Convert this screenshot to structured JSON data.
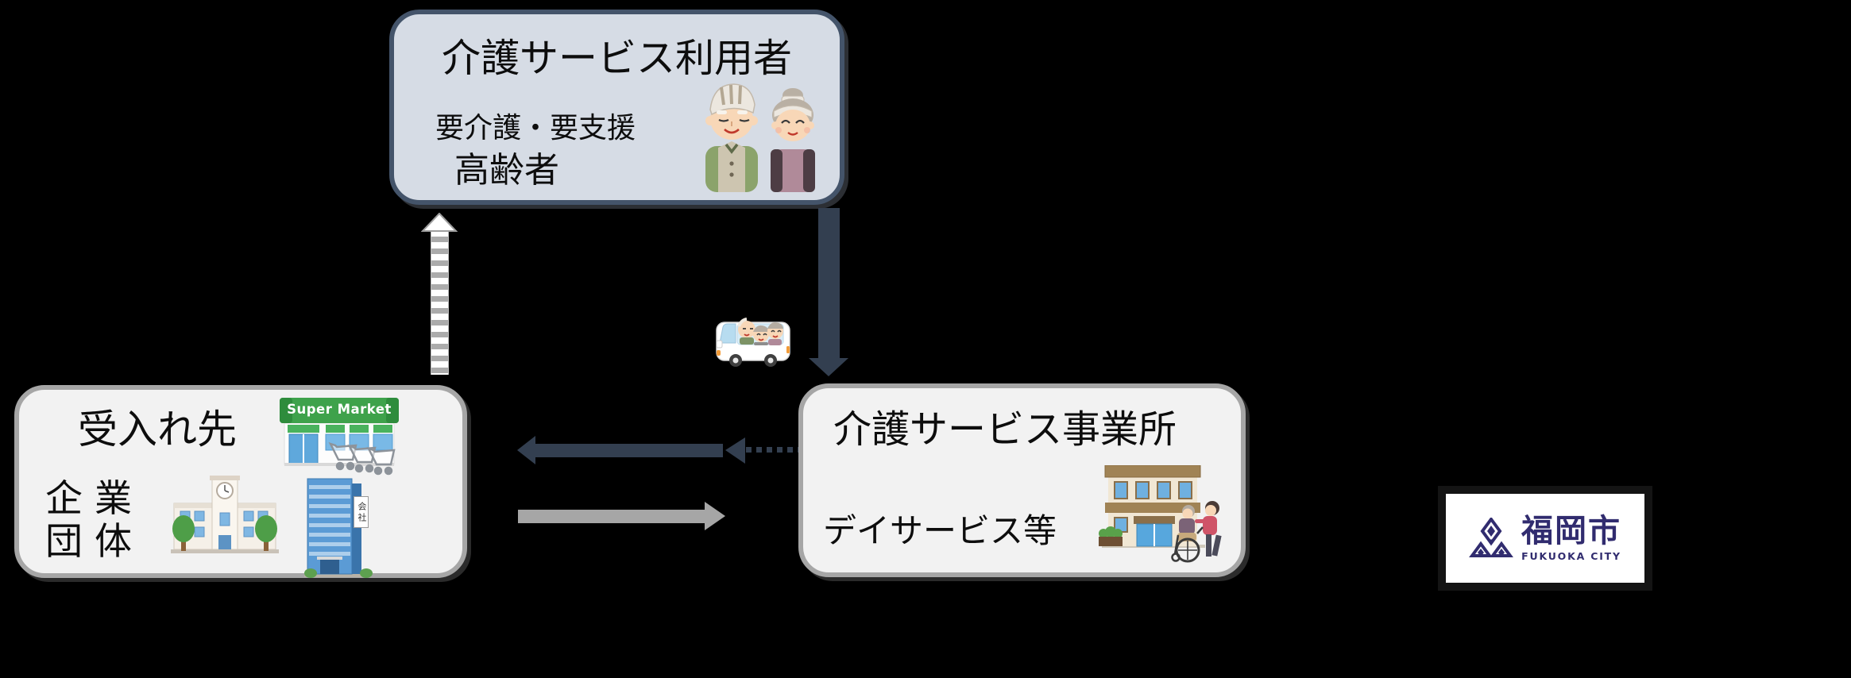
{
  "diagram": {
    "background": "#000000"
  },
  "users_box": {
    "title": "介護サービス利用者",
    "condition": "要介護・要支援",
    "group": "高齢者",
    "fill": "#D6DCE5",
    "border_color": "#44546A"
  },
  "hosts_box": {
    "title": "受入れ先",
    "type_line1": "企 業",
    "type_line2": "団 体",
    "fill": "#F2F2F2",
    "border_color": "#A6A6A6",
    "supermarket_sign": "Super Market",
    "office_sign": "会社"
  },
  "providers_box": {
    "title": "介護サービス事業所",
    "subtitle": "デイサービス等",
    "fill": "#F2F2F2",
    "border_color": "#A6A6A6"
  },
  "arrows": {
    "navy": "#333F50",
    "gray": "#A6A6A6",
    "striped_white": "#FFFFFF",
    "striped_gray": "#ABABAB"
  },
  "logo": {
    "city_ja": "福岡市",
    "city_en": "FUKUOKA CITY",
    "ink": "#312C6F",
    "panel": "#FFFFFF"
  }
}
